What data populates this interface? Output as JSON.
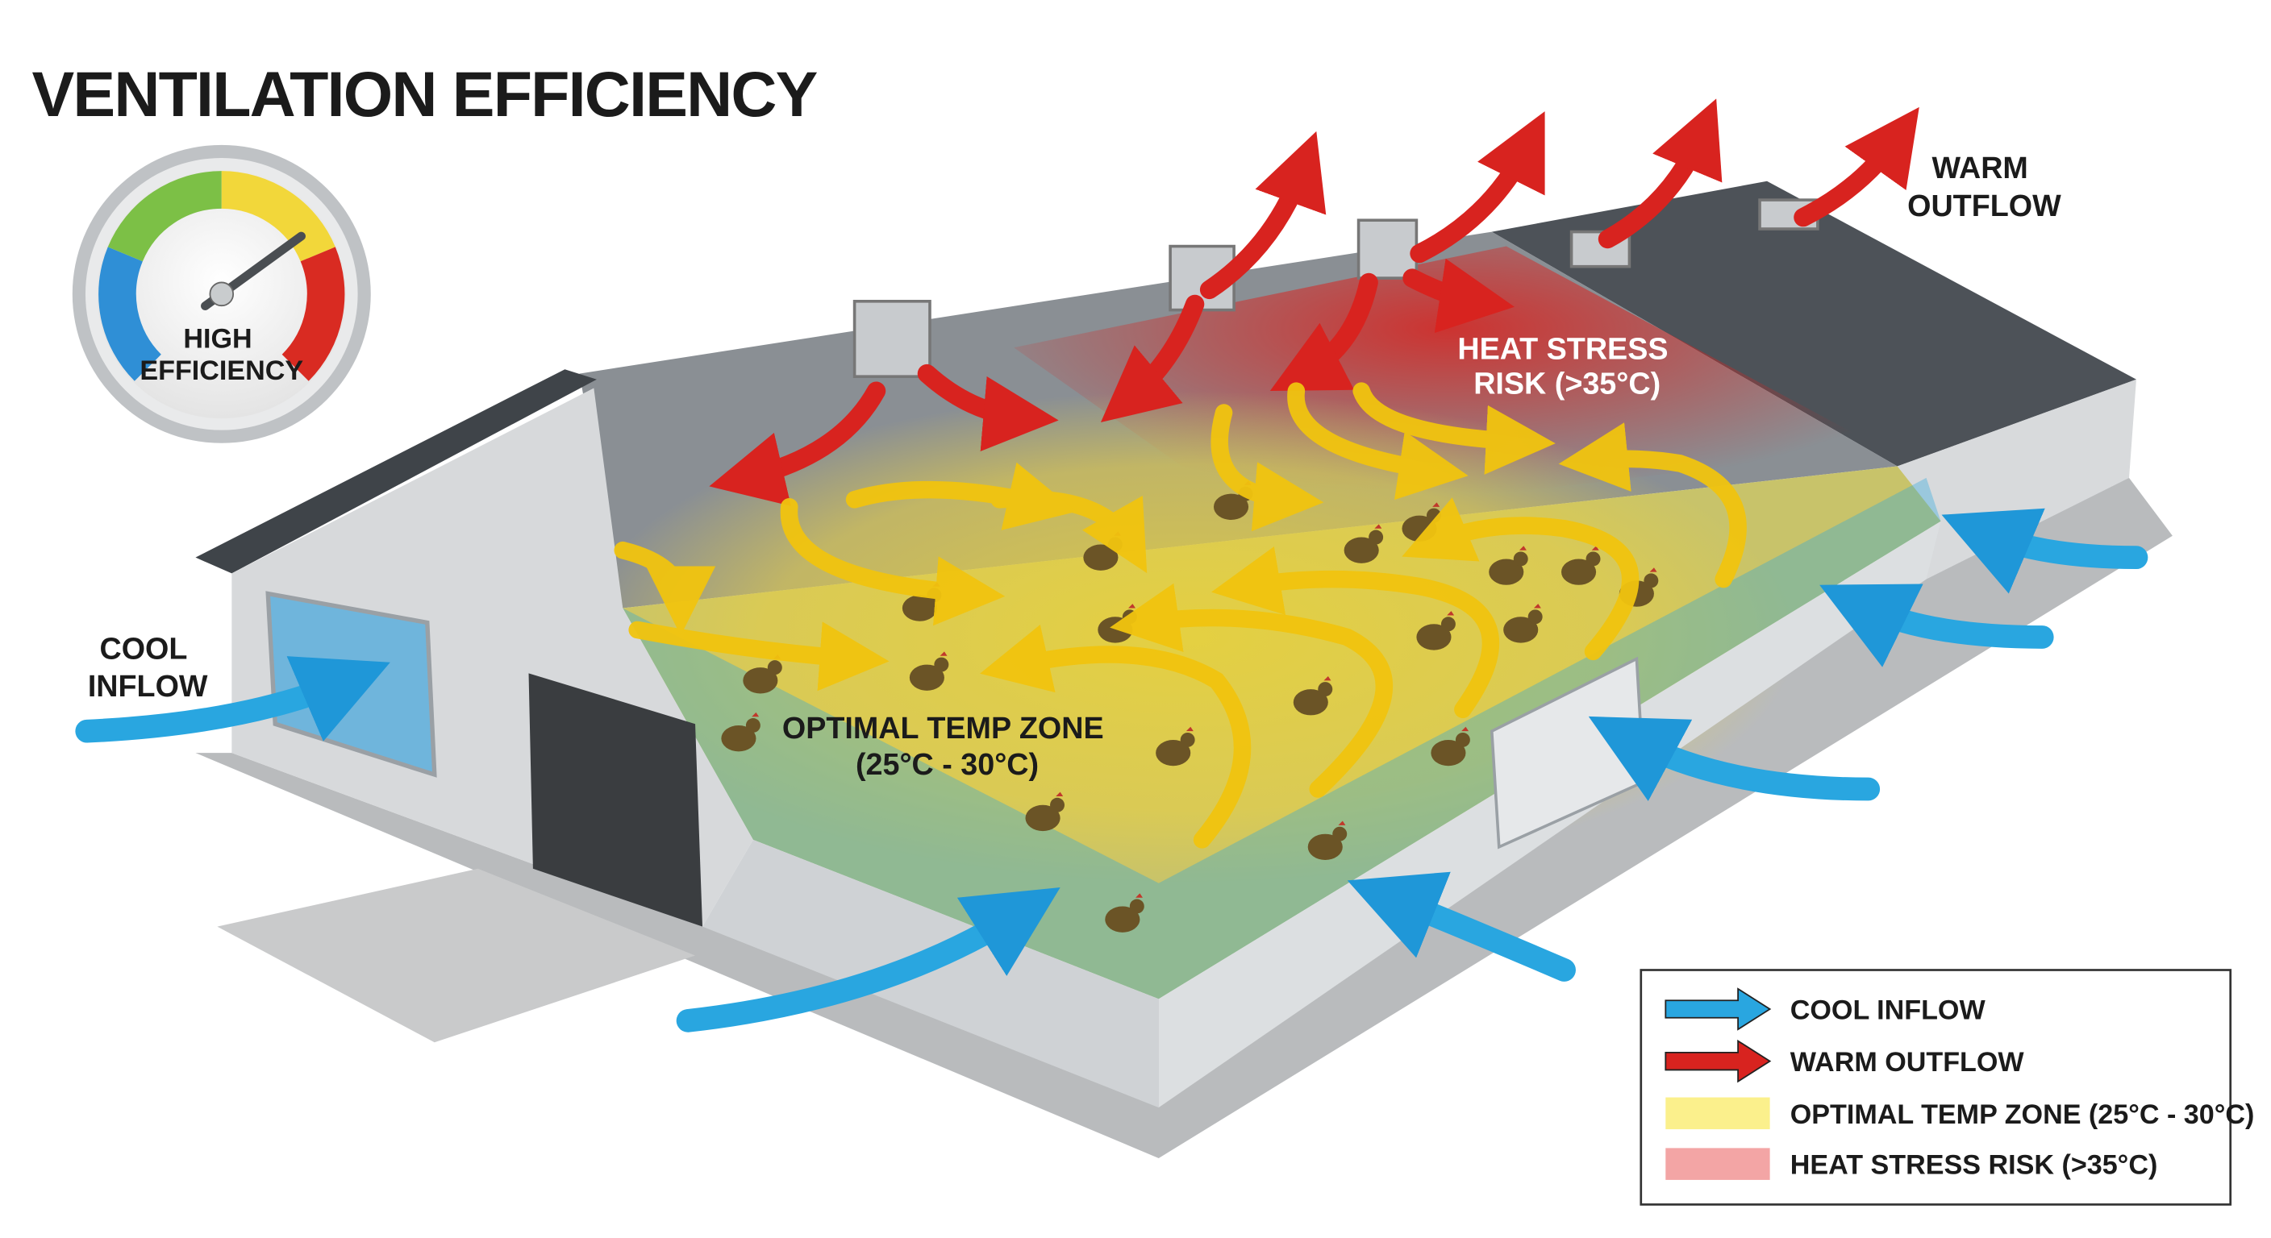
{
  "title": "VENTILATION EFFICIENCY",
  "gauge": {
    "label_lines": [
      "HIGH",
      "EFFICIENCY"
    ],
    "value_fraction": 0.7,
    "segment_colors": [
      "#2f8fd6",
      "#7cc046",
      "#f2d73a",
      "#d92b22"
    ]
  },
  "callouts": {
    "cool_inflow": [
      "COOL",
      "INFLOW"
    ],
    "warm_outflow": [
      "WARM",
      "OUTFLOW"
    ],
    "heat_stress": [
      "HEAT STRESS",
      "RISK (>35°C)"
    ],
    "optimal_zone": [
      "OPTIMAL TEMP ZONE",
      "(25°C - 30°C)"
    ]
  },
  "legend": {
    "items": [
      {
        "label": "COOL INFLOW",
        "type": "arrow",
        "color": "#29a6e0"
      },
      {
        "label": "WARM OUTFLOW",
        "type": "arrow",
        "color": "#d8231f"
      },
      {
        "label": "OPTIMAL TEMP ZONE (25°C - 30°C)",
        "type": "swatch",
        "color": "#fbf08c"
      },
      {
        "label": "HEAT STRESS RISK (>35°C)",
        "type": "swatch",
        "color": "#f3a5a5"
      }
    ]
  },
  "colors": {
    "cool": "#29a6e0",
    "warm": "#d8231f",
    "optimal": "#f3d21c",
    "heat": "#e0403a"
  }
}
